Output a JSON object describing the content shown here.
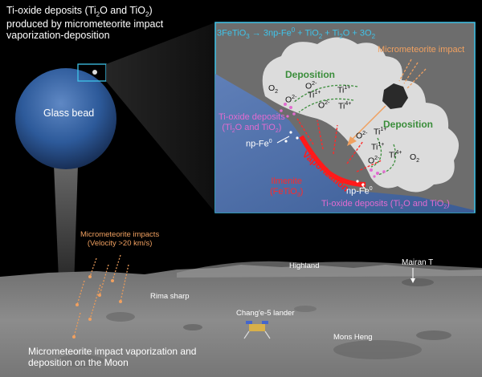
{
  "captions": {
    "top_title_line1": "Ti-oxide deposits (Ti",
    "top_title_sub1": "2",
    "top_title_mid": "O and TiO",
    "top_title_sub2": "2",
    "top_title_end": ")",
    "top_title_line2": "produced by micrometeorite impact",
    "top_title_line3": "vaporization-deposition",
    "glass_bead": "Glass bead",
    "mm_impacts_line1": "Micrometeorite impacts",
    "mm_impacts_line2": "(Velocity >20 km/s)",
    "bottom_caption_line1": "Micrometeorite impact vaporization and",
    "bottom_caption_line2": "deposition on the Moon"
  },
  "moon_labels": {
    "highland": "Highland",
    "mairan": "Mairan T",
    "rima": "Rima sharp",
    "change": "Chang'e-5 lander",
    "mons": "Mons Heng"
  },
  "inset": {
    "equation_a": "3FeTiO",
    "equation_a_sub": "3",
    "equation_arrow": " → 3np-Fe",
    "equation_sup0": "0",
    "equation_b": " + TiO",
    "equation_b_sub": "2",
    "equation_c": " + Ti",
    "equation_c_sub": "2",
    "equation_d": "O + 3O",
    "equation_d_sub": "2",
    "impact": "Micrometeorite impact",
    "deposition": "Deposition",
    "vaporization": "Vaporization",
    "ilmenite_line1": "Ilmenite",
    "ilmenite_line2": "(FeTiO",
    "ilmenite_sub": "3",
    "ilmenite_end": ")",
    "np_fe": "np-Fe",
    "np_fe_sup": "0",
    "tiox_left_line1": "Ti-oxide deposits",
    "tiox_left_line2": "(Ti",
    "tiox_left_sub1": "2",
    "tiox_left_mid": "O and TiO",
    "tiox_left_sub2": "2",
    "tiox_left_end": ")",
    "tiox_bottom": "Ti-oxide deposits (Ti",
    "tiox_bottom_sub1": "2",
    "tiox_bottom_mid": "O and TiO",
    "tiox_bottom_sub2": "2",
    "tiox_bottom_end": ")",
    "species": {
      "o2": "O",
      "o2_sub": "2",
      "o": "O",
      "o_sup": "2-",
      "ti": "Ti",
      "ti1_sup": "1+",
      "ti4_sup": "4+"
    }
  },
  "colors": {
    "accent_cyan": "#3fc4ea",
    "impact_orange": "#f0a060",
    "deposit_green": "#3a8d3a",
    "deposit_pink": "#e26bd0",
    "ilmenite_red": "#ff2a2a",
    "bead_blue": "#2d5a9a"
  }
}
